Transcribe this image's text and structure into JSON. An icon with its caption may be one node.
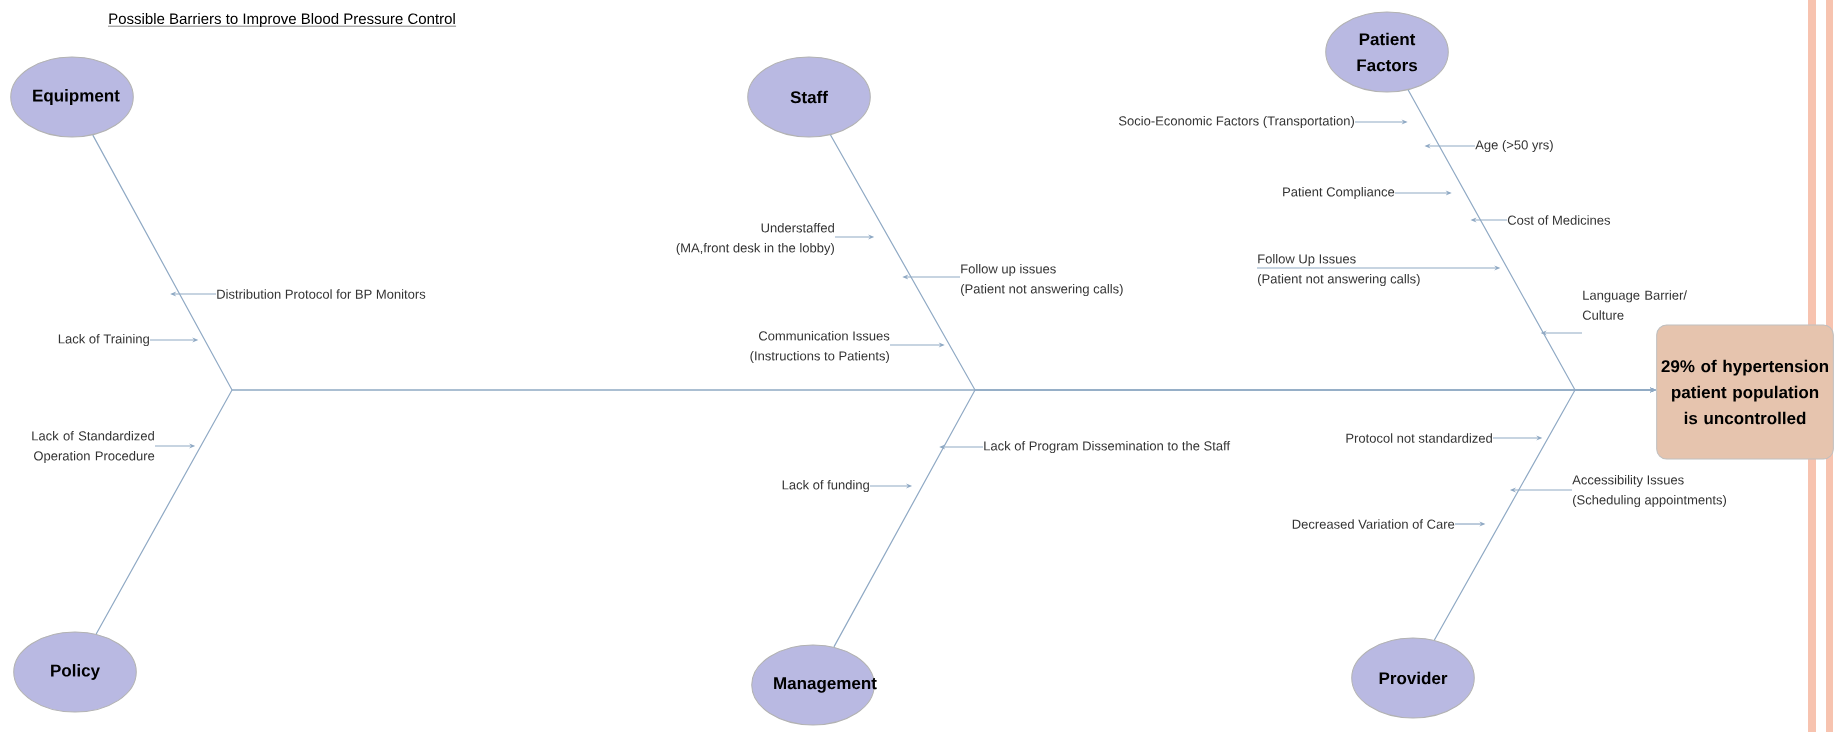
{
  "diagram": {
    "title": "Possible Barriers to Improve Blood Pressure Control",
    "nodes": [
      {
        "text": [
          "Equipment"
        ]
      },
      {
        "text": [
          "Staff"
        ]
      },
      {
        "text": [
          "Patient Factors"
        ]
      },
      {
        "text": [
          "Policy"
        ]
      },
      {
        "text": [
          "Management"
        ]
      },
      {
        "text": [
          "Provider"
        ]
      },
      {
        "text": [
          "29% of hypertension patient population is uncontrolled"
        ]
      },
      {
        "text": [
          "Distribution Protocol for BP Monitors"
        ]
      },
      {
        "text": [
          "Lack of Training"
        ]
      },
      {
        "text": [
          "Lack of Standardized Operation Procedure"
        ]
      },
      {
        "text": [
          "Understaffed",
          "(MA,front desk in the lobby)"
        ]
      },
      {
        "text": [
          "Follow up issues",
          "(Patient not answering calls)"
        ]
      },
      {
        "text": [
          "Communication Issues",
          "(Instructions to Patients)"
        ]
      },
      {
        "text": [
          "Lack of Program Dissemination to the Staff"
        ]
      },
      {
        "text": [
          "Lack of funding"
        ]
      },
      {
        "text": [
          "Socio-Economic Factors (Transportation)"
        ]
      },
      {
        "text": [
          "Age (>50 yrs)"
        ]
      },
      {
        "text": [
          "Patient Compliance"
        ]
      },
      {
        "text": [
          "Cost of Medicines"
        ]
      },
      {
        "text": [
          "Follow Up Issues",
          "(Patient not answering calls)"
        ]
      },
      {
        "text": [
          "Language Barrier/ Culture"
        ]
      },
      {
        "text": [
          "Protocol not standardized"
        ]
      },
      {
        "text": [
          "Accessibility Issues",
          "(Scheduling appointments)"
        ]
      },
      {
        "text": [
          "Decreased Variation of Care"
        ]
      }
    ],
    "edges": [
      {
        "from": 0,
        "to": 6,
        "arrow": "to"
      },
      {
        "from": 3,
        "to": 6,
        "arrow": "to"
      },
      {
        "from": 1,
        "to": 6,
        "arrow": "to"
      },
      {
        "from": 4,
        "to": 6,
        "arrow": "to"
      },
      {
        "from": 2,
        "to": 6,
        "arrow": "to"
      },
      {
        "from": 5,
        "to": 6,
        "arrow": "to"
      },
      {
        "from": 7,
        "to": null,
        "arrow": "to"
      },
      {
        "from": 8,
        "to": null,
        "arrow": "to"
      },
      {
        "from": 9,
        "to": null,
        "arrow": "to"
      },
      {
        "from": 10,
        "to": null,
        "arrow": "to"
      },
      {
        "from": 11,
        "to": null,
        "arrow": "to"
      },
      {
        "from": 12,
        "to": null,
        "arrow": "to"
      },
      {
        "from": 13,
        "to": null,
        "arrow": "to"
      },
      {
        "from": 14,
        "to": null,
        "arrow": "to"
      },
      {
        "from": 15,
        "to": null,
        "arrow": "to"
      },
      {
        "from": 16,
        "to": null,
        "arrow": "to"
      },
      {
        "from": 17,
        "to": null,
        "arrow": "to"
      },
      {
        "from": 18,
        "to": null,
        "arrow": "to"
      },
      {
        "from": 19,
        "to": null,
        "arrow": "to"
      },
      {
        "from": 20,
        "to": null,
        "arrow": "to"
      },
      {
        "from": 21,
        "to": null,
        "arrow": "to"
      },
      {
        "from": 22,
        "to": null,
        "arrow": "to"
      },
      {
        "from": 23,
        "to": null,
        "arrow": "to"
      }
    ]
  }
}
